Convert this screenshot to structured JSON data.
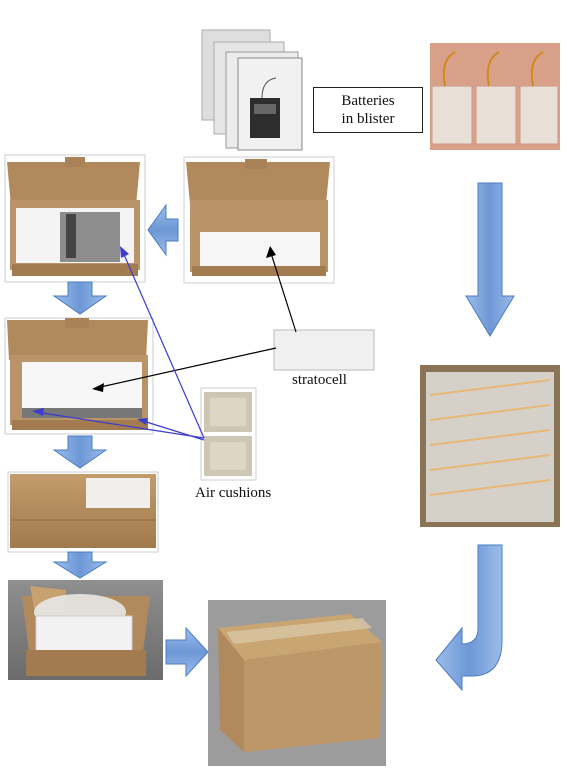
{
  "labels": {
    "batteries_in_blister": "Batteries\nin blister",
    "stratocell": "stratocell",
    "air_cushions": "Air cushions"
  },
  "colors": {
    "flow_arrow": "#7ea6de",
    "flow_arrow_edge": "#4a7cc4",
    "pointer_blue": "#3c3ccf",
    "pointer_black": "#000000",
    "cardboard": "#b79263",
    "cardboard_dark": "#8e6b43",
    "foam": "#f3f3f3"
  }
}
